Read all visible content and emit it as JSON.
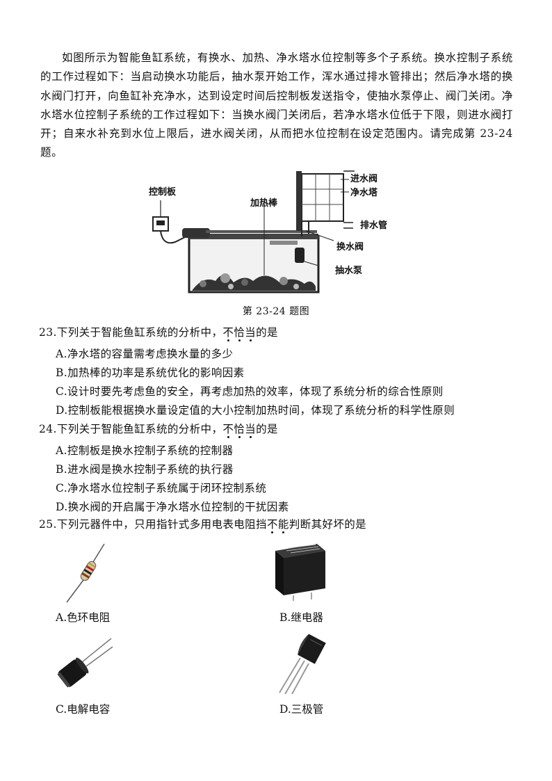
{
  "intro": "如图所示为智能鱼缸系统，有换水、加热、净水塔水位控制等多个子系统。换水控制子系统的工作过程如下：当启动换水功能后，抽水泵开始工作，浑水通过排水管排出；然后净水塔的换水阀门打开，向鱼缸补充净水，达到设定时间后控制板发送指令，使抽水泵停止、阀门关闭。净水塔水位控制子系统的工作过程如下：当换水阀门关闭后，若净水塔水位低于下限，则进水阀打开；自来水补充到水位上限后，进水阀关闭，从而把水位控制在设定范围内。请完成第 23-24 题。",
  "figure": {
    "labels": {
      "control_board": "控制板",
      "heater": "加热棒",
      "inlet_valve": "进水阀",
      "purifier_tower": "净水塔",
      "drain_pipe": "排水管",
      "exchange_valve": "换水阀",
      "pump": "抽水泵"
    },
    "caption": "第 23-24 题图"
  },
  "q23": {
    "pre": "23.下列关于智能鱼缸系统的分析中，",
    "em1": "不",
    "em2": "恰",
    "em3": "当",
    "post": "的是",
    "A": "A.净水塔的容量需考虑换水量的多少",
    "B": "B.加热棒的功率是系统优化的影响因素",
    "C": "C.设计时要先考虑鱼的安全，再考虑加热的效率，体现了系统分析的综合性原则",
    "D": "D.控制板能根据换水量设定值的大小控制加热时间，体现了系统分析的科学性原则"
  },
  "q24": {
    "pre": "24.下列关于智能鱼缸系统的分析中，",
    "em1": "不",
    "em2": "恰",
    "em3": "当",
    "post": "的是",
    "A": "A.控制板是换水控制子系统的控制器",
    "B": "B.进水阀是换水控制子系统的执行器",
    "C": "C.净水塔水位控制子系统属于闭环控制系统",
    "D": "D.换水阀的开启属于净水塔水位控制的干扰因素"
  },
  "q25": {
    "pre": "25.下列元器件中，只用指针式多用电表电阻挡",
    "em1": "不",
    "em2": "能",
    "post": "判断其好坏的是",
    "A": "A.色环电阻",
    "B": "B.继电器",
    "C": "C.电解电容",
    "D": "D.三极管"
  }
}
